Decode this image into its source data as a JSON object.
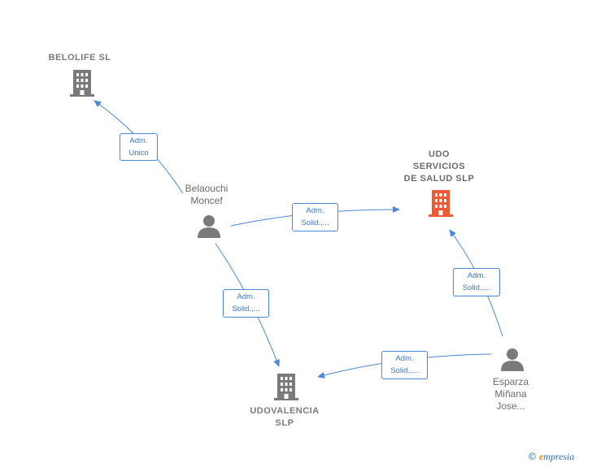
{
  "nodes": {
    "belolife": {
      "name": "BELOLIFE  SL",
      "kind": "company",
      "color": "#7a7a7a"
    },
    "udo": {
      "name": "UDO\nSERVICIOS\nDE SALUD  SLP",
      "kind": "company",
      "color": "#f05a33"
    },
    "udovalencia": {
      "name": "UDOVALENCIA\nSLP",
      "kind": "company",
      "color": "#7a7a7a"
    },
    "belaouchi": {
      "name": "Belaouchi\nMoncef",
      "kind": "person",
      "color": "#7a7a7a"
    },
    "esparza": {
      "name": "Esparza\nMiñana\nJose...",
      "kind": "person",
      "color": "#7a7a7a"
    }
  },
  "edges": [
    {
      "from": "Belaouchi Moncef",
      "to": "BELOLIFE  SL",
      "label": "Adm.\nUnico"
    },
    {
      "from": "Belaouchi Moncef",
      "to": "UDO SERVICIOS DE SALUD  SLP",
      "label": "Adm.\nSolid.,..."
    },
    {
      "from": "Belaouchi Moncef",
      "to": "UDOVALENCIA SLP",
      "label": "Adm.\nSolid.,..."
    },
    {
      "from": "Esparza Miñana Jose...",
      "to": "UDO SERVICIOS DE SALUD  SLP",
      "label": "Adm.\nSolid.,..."
    },
    {
      "from": "Esparza Miñana Jose...",
      "to": "UDOVALENCIA SLP",
      "label": "Adm.\nSolid.,..."
    }
  ],
  "colors": {
    "edge": "#4a87d6",
    "company_icon": "#7a7a7a",
    "focus_icon": "#f05a33",
    "person_icon": "#7a7a7a"
  },
  "icons": {
    "company": "building-icon",
    "person": "person-icon",
    "brand": "empresia-logo"
  },
  "brand": {
    "copyright": "©",
    "initial": "e",
    "rest": "mpresia"
  }
}
